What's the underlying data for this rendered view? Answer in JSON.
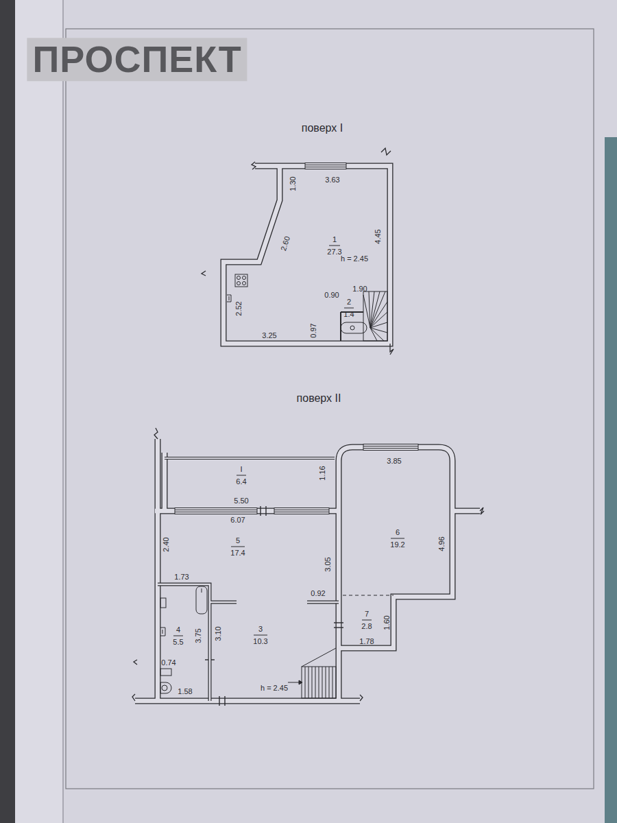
{
  "diagram": {
    "labels": [
      "ПРОСПЕКТ",
      "поверх I",
      "3.63",
      "1.30",
      "2.60",
      "1",
      "27.3",
      "4.45",
      "h = 2.45",
      "1.90",
      "0.90",
      "2",
      "1.4",
      "2.52",
      "0.97",
      "3.25",
      "поверх II",
      "I",
      "6.4",
      "1.16",
      "5.50",
      "3.85",
      "6.07",
      "6",
      "19.2",
      "4.96",
      "2.40",
      "5",
      "17.4",
      "3.05",
      "1.73",
      "0.92",
      "7",
      "2.8",
      "1.60",
      "4",
      "5.5",
      "3.75",
      "3.10",
      "3",
      "10.3",
      "1.78",
      "0.74",
      "h = 2.45",
      "1.58"
    ]
  }
}
